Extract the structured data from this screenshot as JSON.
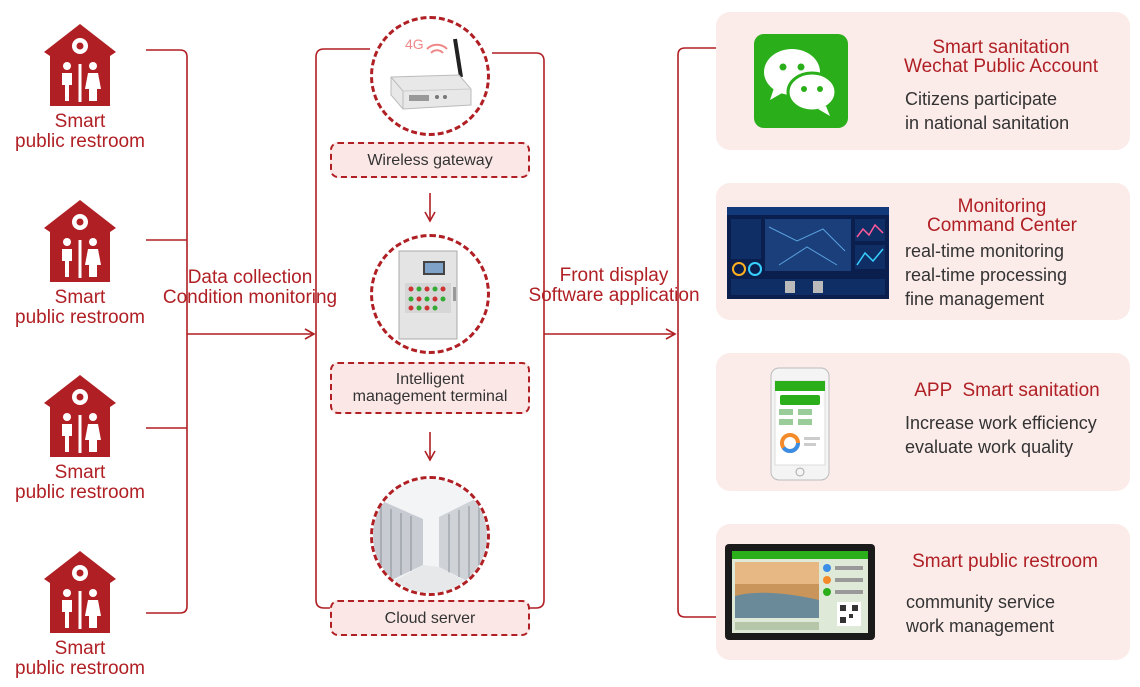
{
  "restrooms": [
    {
      "line1": "Smart",
      "line2": "public restroom"
    },
    {
      "line1": "Smart",
      "line2": "public restroom"
    },
    {
      "line1": "Smart",
      "line2": "public restroom"
    },
    {
      "line1": "Smart",
      "line2": "public restroom"
    }
  ],
  "left_flow": {
    "line1": "Data collection",
    "line2": "Condition monitoring"
  },
  "right_flow": {
    "line1": "Front display",
    "line2": "Software application"
  },
  "gateway": {
    "signal_label": "4G",
    "label": "Wireless gateway"
  },
  "terminal": {
    "line1": "Intelligent",
    "line2": "management terminal"
  },
  "cloud": {
    "label": "Cloud server"
  },
  "cards": [
    {
      "title1": "Smart sanitation",
      "title2": "Wechat Public Account",
      "desc1": "Citizens participate",
      "desc2": "in national sanitation",
      "desc3": ""
    },
    {
      "title1": "Monitoring",
      "title2": "Command Center",
      "desc1": "real-time monitoring",
      "desc2": "real-time processing",
      "desc3": "fine management"
    },
    {
      "title1": "APP  Smart sanitation",
      "title2": "",
      "desc1": "Increase work efficiency",
      "desc2": "evaluate work quality",
      "desc3": ""
    },
    {
      "title1": "Smart public restroom",
      "title2": "",
      "desc1": "community service",
      "desc2": "work management",
      "desc3": ""
    }
  ],
  "colors": {
    "accent": "#b01f24",
    "card_bg": "#fbecea",
    "wechat_green": "#2aae1a"
  }
}
